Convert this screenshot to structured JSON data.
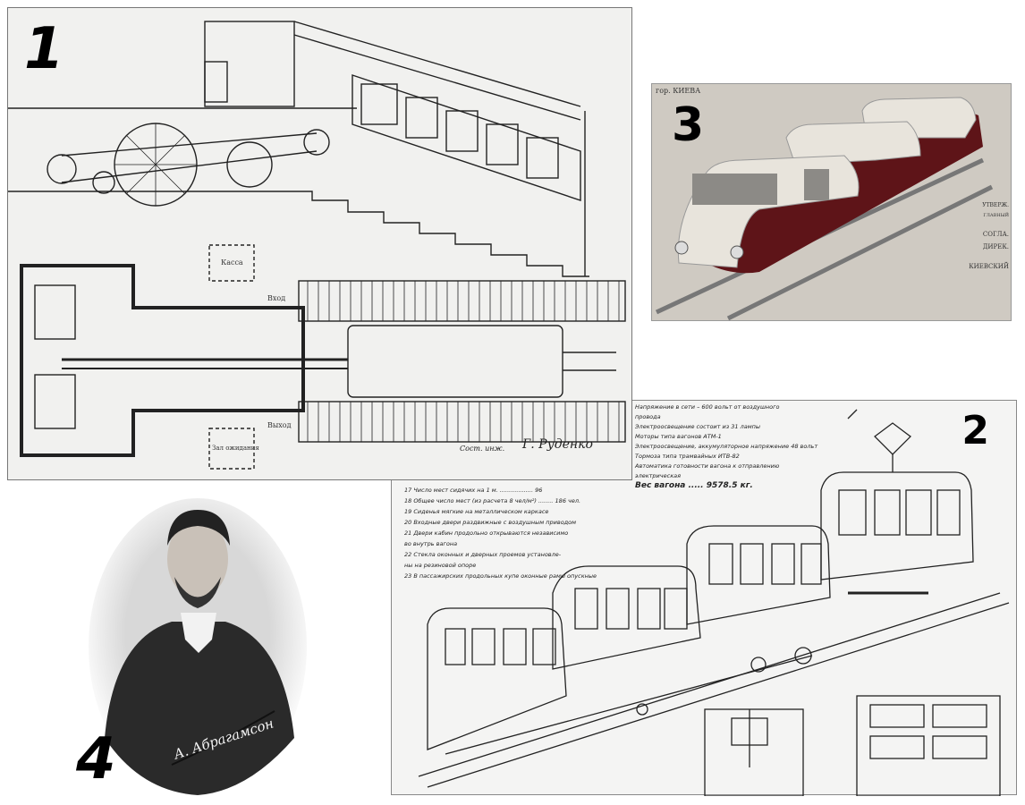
{
  "panels": {
    "p1": {
      "number": "1",
      "signature_caption": "Сост. инж.",
      "signature": "Г. Руденко",
      "plan_labels": [
        "Касса",
        "Вход",
        "Выход",
        "Зал ожидания"
      ]
    },
    "p2": {
      "number": "2",
      "spec_top": [
        "Напряжение в сети – 600 вольт от воздушного",
        "провода",
        "Электроосвещение состоит из 31 лампы",
        "Моторы типа вагонов АТМ-1",
        "Электроосвещение, аккумуляторное напряжение 48 вольт",
        "Тормоза типа трамвайных ИТВ-82",
        "Автоматика готовности вагона к отправлению",
        "электрическая",
        "Вес вагона ..... 9578.5 кг."
      ],
      "spec_bottom": [
        "17 Число мест сидячих на 1 м. .................. 96",
        "18 Общее число мест (из расчета 8 чел/м²) ........ 186 чел.",
        "19 Сиденья мягкие на металлическом каркасе",
        "20 Входные двери раздвижные с воздушным приводом",
        "21 Двери кабин продольно открываются независимо",
        "    во внутрь вагона",
        "22 Стекла оконных и дверных проемов установле-",
        "    ны на резиновой опоре",
        "23 В пассажирских продольных купе оконные рамы опускные"
      ]
    },
    "p3": {
      "number": "3",
      "header": "гор. КИЕВА",
      "side_labels": [
        "УТВЕРЖ.",
        "ГЛАВНЫЙ",
        "СОГЛА.",
        "ДИРЕК.",
        "КИЕВСКИЙ"
      ]
    },
    "p4": {
      "number": "4",
      "signature": "А. Абрагамсон"
    }
  },
  "colors": {
    "car_body": "#5e1418",
    "paper": "#f1f1ef",
    "sepia": "#cfcac2"
  }
}
